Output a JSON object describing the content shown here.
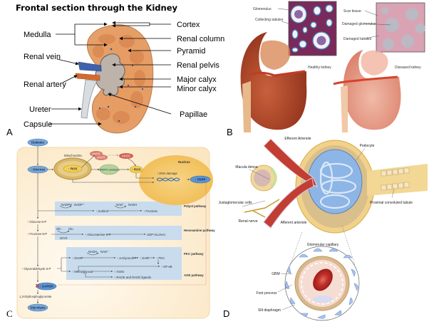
{
  "panel_a": {
    "letter": "A",
    "title": "Frontal section through the Kidney",
    "labels_left": [
      "Medulla",
      "Renal vein",
      "Renal artery",
      "Ureter",
      "Capsule"
    ],
    "labels_right": [
      "Cortex",
      "Renal column",
      "Pyramid",
      "Renal pelvis",
      "Major calyx",
      "Minor calyx",
      "Papillae"
    ],
    "colors": {
      "cortex": "#e8a064",
      "medulla": "#d98a52",
      "pelvis": "#b9b1aa",
      "vein": "#3d5fa8",
      "artery": "#d4672e"
    }
  },
  "panel_b": {
    "letter": "B",
    "healthy_inset_labels": [
      "Glomerulus",
      "Collecting tubules"
    ],
    "diseased_inset_labels": [
      "Scar tissue",
      "Damaged glomerulus",
      "Damaged tubules"
    ],
    "kidney_labels": [
      "Healthy kidney",
      "Diseased kidney"
    ],
    "colors": {
      "healthy": "#b5462a",
      "diseased": "#e8a590"
    }
  },
  "panel_c": {
    "letter": "C",
    "nodes": {
      "diabetes": "Diabetes",
      "glucose": "↑ Glucose",
      "mitochondria": "Mitochondria",
      "ros_mito": "↑ ROS",
      "enos1": "eNOS",
      "enos2": "eNOS",
      "enos3": "eNOS",
      "nadph_oxidases": "NADPH oxidases",
      "ros2": "↑ ROS",
      "nucleus": "Nucleus",
      "dna_damage": "↑ DNA damage",
      "parp": "↑ PARP",
      "glucose6p": "↑ Glucose-6-P",
      "fructose6p": "↑ Fructose-6-P",
      "glyceraldehyde3p": "↑ Glyceraldehyde-3-P",
      "gapdh": "↓ GAPDH",
      "diphosphoglycerate": "1,3-Diphosphoglycerate",
      "glycolysis": "Glycolysis"
    },
    "pathways": [
      {
        "name": "Polyol pathway",
        "items": [
          "NADPH",
          "NADP⁺",
          "↑ Sorbitol",
          "NAD⁺",
          "NADH",
          "↑ Fructose"
        ]
      },
      {
        "name": "Hexosamine pathway",
        "items": [
          "Gln",
          "Glu",
          "GFAT",
          "↑ Glucosamine-6-P",
          "UDP-GLcNAc"
        ]
      },
      {
        "name": "PKC pathway",
        "items": [
          "NADH",
          "NAD⁺",
          "↑ DHAP",
          "↑ a-Glycerol-P",
          "↑ DAG",
          "↑ PKC"
        ]
      },
      {
        "name": "AGE pathway",
        "items": [
          "↑ NF-κB",
          "↑ Methylglyoxal",
          "↑ AGEs",
          "↑ RAGE and RAGE ligands"
        ]
      }
    ],
    "colors": {
      "background": "#fdf0d8",
      "pathway_box": "#c9dcee",
      "node_blue": "#6b9bd1",
      "ros": "#f2c84b",
      "enos": "#d9786b",
      "nadph": "#b6d19b",
      "nucleus": "#f5c96a"
    }
  },
  "panel_d": {
    "letter": "D",
    "labels": [
      "Efferent Arteriole",
      "Podocyte",
      "Macula densa",
      "Juxtaglomerular cells",
      "Renal nerve",
      "Afferent arteriole",
      "Proximal convoluted tubule",
      "Glomerular capillary",
      "GBM",
      "Foot process",
      "Slit diaphragm"
    ]
  }
}
